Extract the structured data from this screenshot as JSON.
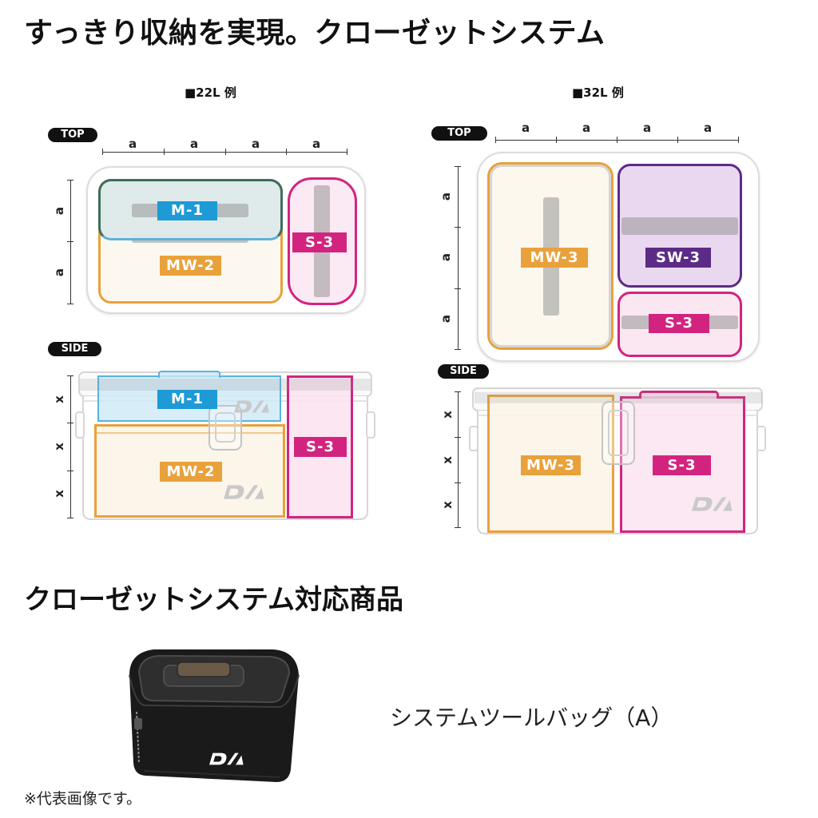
{
  "title": "すっきり収納を実現。クローゼットシステム",
  "colors": {
    "m1_blue": "#1e9ad6",
    "mw_orange": "#e9a13b",
    "s3_magenta": "#d2247f",
    "sw3_purple": "#5c2b87",
    "badge_black": "#111111"
  },
  "example_22l": {
    "caption": "■22L 例",
    "top_view": {
      "badge": "TOP",
      "width_marks": [
        "a",
        "a",
        "a",
        "a"
      ],
      "depth_marks": [
        "a",
        "a"
      ],
      "containers": {
        "m1": "M-1",
        "mw2": "MW-2",
        "s3": "S-3"
      }
    },
    "side_view": {
      "badge": "SIDE",
      "height_marks": [
        "x",
        "x",
        "x"
      ],
      "containers": {
        "m1": "M-1",
        "mw2": "MW-2",
        "s3": "S-3"
      }
    }
  },
  "example_32l": {
    "caption": "■32L 例",
    "top_view": {
      "badge": "TOP",
      "width_marks": [
        "a",
        "a",
        "a",
        "a"
      ],
      "depth_marks": [
        "a",
        "a",
        "a"
      ],
      "containers": {
        "mw3": "MW-3",
        "sw3": "SW-3",
        "s3": "S-3"
      }
    },
    "side_view": {
      "badge": "SIDE",
      "height_marks": [
        "x",
        "x",
        "x"
      ],
      "containers": {
        "mw3": "MW-3",
        "s3": "S-3"
      }
    }
  },
  "compatible_section": {
    "title": "クローゼットシステム対応商品",
    "product_name": "システムツールバッグ（A）",
    "note": "※代表画像です。"
  },
  "icons": {
    "brand_logo": "daiwa-logo-icon",
    "product_image": "tool-bag-image"
  }
}
